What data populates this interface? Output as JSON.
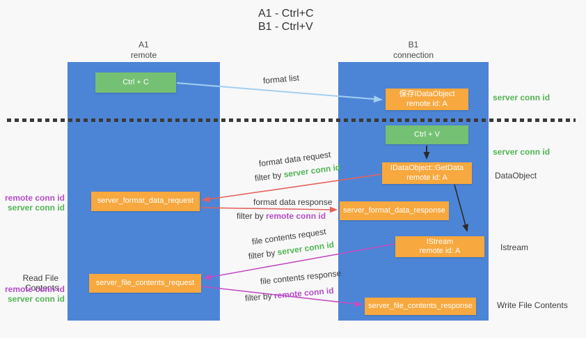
{
  "title": {
    "line1": "A1 - Ctrl+C",
    "line2": "B1 - Ctrl+V"
  },
  "columns": {
    "left": {
      "id": "A1",
      "role": "remote"
    },
    "right": {
      "id": "B1",
      "role": "connection"
    }
  },
  "nodes": {
    "ctrl_c": "Ctrl + C",
    "save_idataobject": {
      "line1": "保存IDataObject",
      "line2": "remote id: A"
    },
    "ctrl_v": "Ctrl + V",
    "getdata": {
      "line1": "IDataObject::GetData",
      "line2": "remote id: A"
    },
    "server_format_data_request": "server_format_data_request",
    "server_format_data_response": "server_format_data_response",
    "istream": {
      "line1": "IStream",
      "line2": "remote id: A"
    },
    "server_file_contents_request": "server_file_contents_request",
    "server_file_contents_response": "server_file_contents_response"
  },
  "flow_labels": {
    "format_list": "format list",
    "format_data_request": "format data request",
    "format_data_response": "format data response",
    "file_contents_request": "file contents request",
    "file_contents_response": "file contents response",
    "filter_by": "filter by",
    "server_conn_id": "server conn id",
    "remote_conn_id": "remote conn id"
  },
  "side_labels": {
    "right": {
      "server_conn_id_top": "server conn id",
      "server_conn_id_mid": "server conn id",
      "dataobject": "DataObject",
      "istream": "Istream",
      "write_file_contents": "Write File Contents"
    },
    "left": {
      "remote_conn_id_top": "remote conn id",
      "server_conn_id_top": "server conn id",
      "read_file_contents": "Read File Contents",
      "remote_conn_id_bottom": "remote conn id",
      "server_conn_id_bottom": "server conn id"
    }
  },
  "colors": {
    "column_blue": "#4d85d6",
    "box_green": "#74c173",
    "box_orange": "#f7a83e",
    "arrow_red": "#e4625c",
    "arrow_magenta": "#c24fc2",
    "arrow_lightblue": "#a3d0f0",
    "arrow_black": "#2a2a2a",
    "text_green": "#53b553",
    "text_purple": "#b44ec6",
    "dotted_line": "#3a3a3a"
  }
}
